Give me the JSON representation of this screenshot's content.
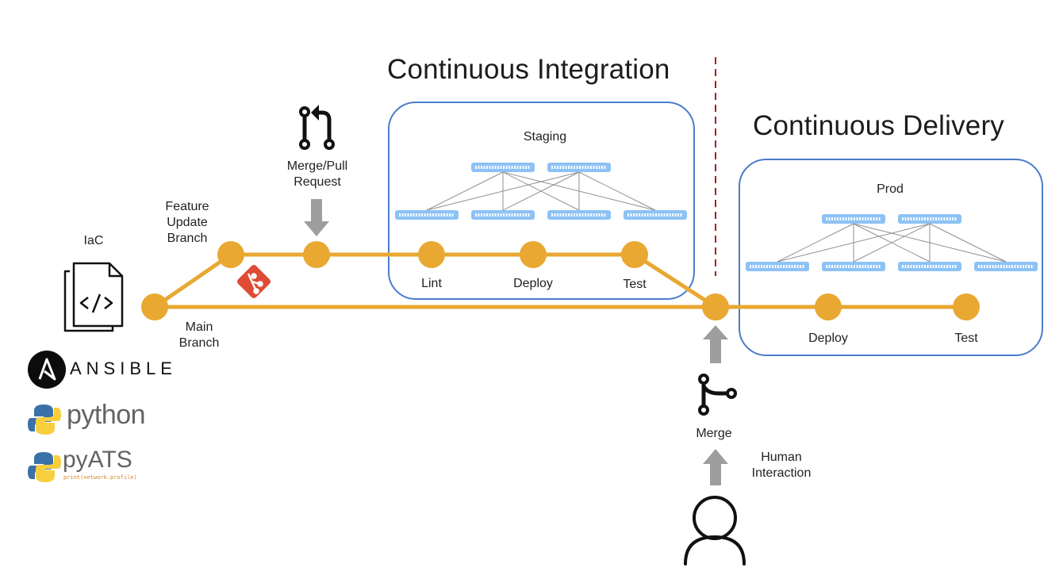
{
  "titles": {
    "ci": "Continuous Integration",
    "cd": "Continuous Delivery"
  },
  "colors": {
    "pipeline": "#E8A831",
    "environment_border": "#4A7CC9",
    "divider": "#B01C1C",
    "arrow": "#9E9E9E",
    "switch": "#8DC2F5",
    "git_logo": "#DE4C36",
    "link": "#8F8F8F"
  },
  "iac": {
    "label": "IaC",
    "icon": "code-file-icon"
  },
  "branches": {
    "feature": "Feature\nUpdate\nBranch",
    "main": "Main\nBranch"
  },
  "pull_request": {
    "label": "Merge/Pull\nRequest",
    "icon": "pull-request-icon"
  },
  "staging": {
    "title": "Staging",
    "stages": [
      "Lint",
      "Deploy",
      "Test"
    ],
    "spine_switches": 2,
    "leaf_switches": 4
  },
  "prod": {
    "title": "Prod",
    "stages": [
      "Deploy",
      "Test"
    ],
    "spine_switches": 2,
    "leaf_switches": 4
  },
  "merge": {
    "label": "Merge",
    "icon": "git-merge-icon"
  },
  "human": {
    "label": "Human\nInteraction",
    "icon": "person-icon"
  },
  "tools": {
    "ansible": "ANSIBLE",
    "python": "python",
    "pyats": "pyATS",
    "pyats_tagline": "print(network.profile)"
  }
}
